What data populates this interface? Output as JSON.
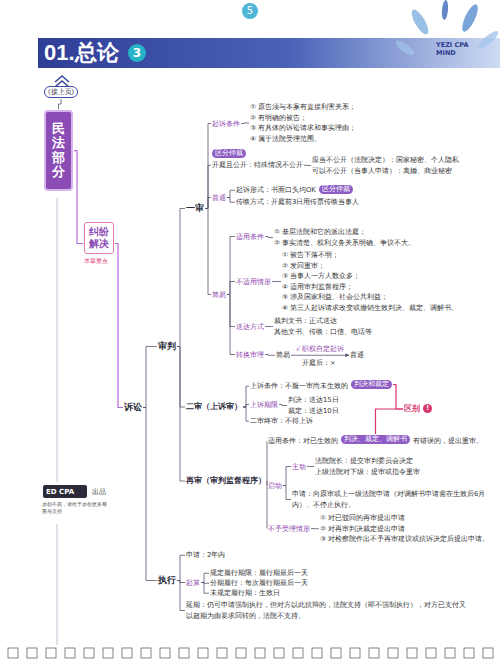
{
  "diagram": {
    "title": "01.总论",
    "nodes": [
      {
        "text": [
          "民法部分"
        ]
      },
      {
        "text": [
          "纠纷解决",
          "本章重点"
        ]
      },
      {
        "text": [
          "诉讼"
        ]
      },
      {
        "text": [
          "审判"
        ]
      },
      {
        "text": [
          "一审"
        ]
      },
      {
        "text": [
          "起诉条件"
        ]
      },
      {
        "text": [
          "① 原告须与本案有直接利害关系；",
          "② 有明确的被告；",
          "③ 有具体的诉讼请求和事实理由；",
          "④ 属于法院受理范围。"
        ]
      },
      {
        "text": [
          "区分仲裁"
        ]
      },
      {
        "text": [
          "开庭且公开：特殊情况不公开"
        ]
      },
      {
        "text": [
          "应当不公开（法院决定）：国家秘密、个人隐私",
          "可以不公开（当事人申请）：离婚、商业秘密"
        ]
      },
      {
        "text": [
          "普通"
        ]
      },
      {
        "text": [
          "起诉形式：书面口头均OK"
        ]
      },
      {
        "text": [
          "区分仲裁"
        ]
      },
      {
        "text": [
          "传唤方式：开庭前3日用传票传唤当事人"
        ]
      },
      {
        "text": [
          "简易"
        ]
      },
      {
        "text": [
          "适用条件"
        ]
      },
      {
        "text": [
          "① 基层法院和它的派出法庭；",
          "② 事实清楚、权利义务关系明确、争议不大。"
        ]
      },
      {
        "text": [
          "不适用情形"
        ]
      },
      {
        "text": [
          "① 被告下落不明；",
          "② 发回重审；",
          "③ 当事人一方人数众多；",
          "④ 适用审判监督程序；",
          "⑤ 涉及国家利益、社会公共利益；",
          "⑥ 第三人起诉请求改变或撤销生效判决、裁定、调解书。"
        ]
      },
      {
        "text": [
          "送达方式"
        ]
      },
      {
        "text": [
          "裁判文书：正式送达",
          "其他文书、传唤：口信、电话等"
        ]
      },
      {
        "text": [
          "转换审理"
        ]
      },
      {
        "text": [
          "简易"
        ]
      },
      {
        "text": [
          "普通"
        ]
      },
      {
        "text": [
          "二审（上诉审）"
        ]
      },
      {
        "text": [
          "上诉条件：不服一审尚未生效的"
        ]
      },
      {
        "text": [
          "判决和裁定"
        ]
      },
      {
        "text": [
          "上诉期限"
        ]
      },
      {
        "text": [
          "判决：送达15日",
          "裁定：送达10日"
        ]
      },
      {
        "text": [
          "二审终审：不得上诉"
        ]
      },
      {
        "text": [
          "区别"
        ]
      },
      {
        "text": [
          "再审（审判监督程序）"
        ]
      },
      {
        "text": [
          "适用条件：对已生效的"
        ]
      },
      {
        "text": [
          "判决、裁定、调解书"
        ]
      },
      {
        "text": [
          "有错误的，提出重审。"
        ]
      },
      {
        "text": [
          "启动"
        ]
      },
      {
        "text": [
          "主动"
        ]
      },
      {
        "text": [
          "法院院长：提交审判委员会决定",
          "上级法院对下级：提审或指令重审"
        ]
      },
      {
        "text": [
          "申请：向原审或上一级法院申请（对调解书申请需在生效后6月内）、不停止执行。"
        ]
      },
      {
        "text": [
          "不予受理情形"
        ]
      },
      {
        "text": [
          "① 对已驳回的再审提出申请",
          "② 对再审判决裁定提出申请",
          "③ 对检察院作出不予再审建议或抗诉决定后提出申请。"
        ]
      },
      {
        "text": [
          "执行"
        ]
      },
      {
        "text": [
          "申请：2年内"
        ]
      },
      {
        "text": [
          "起算"
        ]
      },
      {
        "text": [
          "规定履行期限：履行期最后一天"
        ]
      },
      {
        "text": [
          "分期履行：每次履行期最后一天"
        ]
      },
      {
        "text": [
          "未规定履行期：生效日"
        ]
      },
      {
        "text": [
          "延期：仍可申请强制执行，但对方以此抗辩的，法院支持（即不强制执行），对方已支付又以超期为由要求回转的，法院不支持。"
        ]
      },
      {
        "text": [
          "(接上页)"
        ]
      },
      {
        "text": [
          "3"
        ]
      },
      {
        "text": [
          "5"
        ]
      }
    ],
    "edges": [
      {
        "from": 0,
        "to": 1,
        "arrow": "none"
      },
      {
        "from": 1,
        "to": 2,
        "arrow": "none"
      },
      {
        "from": 2,
        "to": 3,
        "arrow": "none"
      },
      {
        "from": 2,
        "to": 41,
        "arrow": "none"
      },
      {
        "from": 3,
        "to": 4,
        "arrow": "none"
      },
      {
        "from": 3,
        "to": 24,
        "arrow": "none"
      },
      {
        "from": 3,
        "to": 31,
        "arrow": "none"
      },
      {
        "from": 4,
        "to": 5,
        "arrow": "none"
      },
      {
        "from": 4,
        "to": 8,
        "arrow": "none"
      },
      {
        "from": 4,
        "to": 10,
        "arrow": "none"
      },
      {
        "from": 4,
        "to": 14,
        "arrow": "none"
      },
      {
        "from": 5,
        "to": 6,
        "arrow": "none"
      },
      {
        "from": 8,
        "to": 9,
        "arrow": "none"
      },
      {
        "from": 10,
        "to": 11,
        "arrow": "none"
      },
      {
        "from": 10,
        "to": 13,
        "arrow": "none"
      },
      {
        "from": 14,
        "to": 15,
        "arrow": "none"
      },
      {
        "from": 14,
        "to": 17,
        "arrow": "none"
      },
      {
        "from": 14,
        "to": 19,
        "arrow": "none"
      },
      {
        "from": 14,
        "to": 21,
        "arrow": "none"
      },
      {
        "from": 15,
        "to": 16,
        "arrow": "none"
      },
      {
        "from": 17,
        "to": 18,
        "arrow": "none"
      },
      {
        "from": 19,
        "to": 20,
        "arrow": "none"
      },
      {
        "from": 21,
        "to": 22,
        "arrow": "none"
      },
      {
        "from": 22,
        "to": 23,
        "label": "√ 职权自定起诉",
        "arrow": "to"
      },
      {
        "from": 24,
        "to": 25,
        "arrow": "none"
      },
      {
        "from": 24,
        "to": 27,
        "arrow": "none"
      },
      {
        "from": 24,
        "to": 29,
        "arrow": "none"
      },
      {
        "from": 27,
        "to": 28,
        "arrow": "none"
      },
      {
        "from": 31,
        "to": 32,
        "arrow": "none"
      },
      {
        "from": 31,
        "to": 35,
        "arrow": "none"
      },
      {
        "from": 31,
        "to": 39,
        "arrow": "none"
      },
      {
        "from": 35,
        "to": 36,
        "arrow": "none"
      },
      {
        "from": 35,
        "to": 38,
        "arrow": "none"
      },
      {
        "from": 36,
        "to": 37,
        "arrow": "none"
      },
      {
        "from": 39,
        "to": 40,
        "arrow": "none"
      },
      {
        "from": 41,
        "to": 42,
        "arrow": "none"
      },
      {
        "from": 41,
        "to": 43,
        "arrow": "none"
      },
      {
        "from": 41,
        "to": 47,
        "arrow": "none"
      },
      {
        "from": 43,
        "to": 44,
        "arrow": "none"
      },
      {
        "from": 43,
        "to": 45,
        "arrow": "none"
      },
      {
        "from": 43,
        "to": 46,
        "arrow": "none"
      },
      {
        "from": 26,
        "to": 30,
        "arrow": "none"
      },
      {
        "from": 33,
        "to": 30,
        "arrow": "none"
      },
      {
        "from": 48,
        "to": 0,
        "arrow": "none"
      }
    ],
    "labels": [
      "YEZI CPA MIND",
      "开庭后：×",
      "!",
      "ED CPA",
      "出品",
      "原创不易，请给予原创更多尊重与支持"
    ]
  }
}
